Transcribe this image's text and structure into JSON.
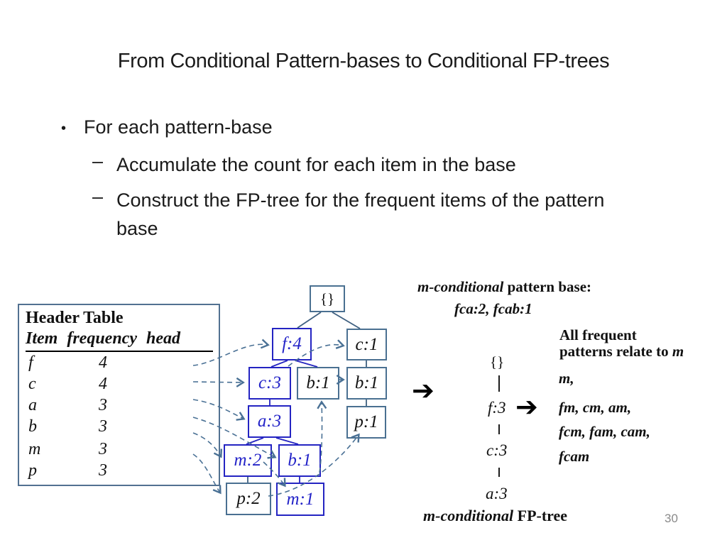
{
  "slide": {
    "title": "From Conditional Pattern-bases to Conditional FP-trees",
    "bullet_marker": "•",
    "dash_marker": "–",
    "bullet": "For each pattern-base",
    "sub_bullets": [
      "Accumulate the count for each item in the base",
      "Construct the FP-tree for the frequent items of the pattern base"
    ],
    "page_number": "30"
  },
  "header_table": {
    "title": "Header Table",
    "columns_heading": "Item frequency head",
    "rows": [
      {
        "item": "f",
        "frequency": "4"
      },
      {
        "item": "c",
        "frequency": "4"
      },
      {
        "item": "a",
        "frequency": "3"
      },
      {
        "item": "b",
        "frequency": "3"
      },
      {
        "item": "m",
        "frequency": "3"
      },
      {
        "item": "p",
        "frequency": "3"
      }
    ]
  },
  "fp_tree": {
    "root": "{}",
    "nodes": {
      "f4": "f:4",
      "c1": "c:1",
      "c3": "c:3",
      "b1_mid": "b:1",
      "b1_right": "b:1",
      "a3": "a:3",
      "p1": "p:1",
      "m2": "m:2",
      "b1_low": "b:1",
      "p2": "p:2",
      "m1": "m:1"
    }
  },
  "conditional": {
    "heading_italic": "m-conditional",
    "heading_rest": " pattern base:",
    "base_values": "fca:2, fcab:1",
    "arrow": "➔",
    "tree": {
      "root": "{}",
      "n1": "f:3",
      "n2": "c:3",
      "n3": "a:3"
    },
    "note_line1": "All frequent",
    "note_line2": "patterns relate to ",
    "note_line2_em": "m",
    "patterns": [
      "m,",
      "fm, cm, am,",
      "fcm, fam, cam,",
      "fcam"
    ],
    "caption_italic": "m-conditional",
    "caption_rest": " FP-tree"
  },
  "colors": {
    "node_blue": "#2424c2",
    "node_steel": "#4a7091",
    "link_dashed": "#4a7195",
    "page_number": "#8a8a8a"
  }
}
